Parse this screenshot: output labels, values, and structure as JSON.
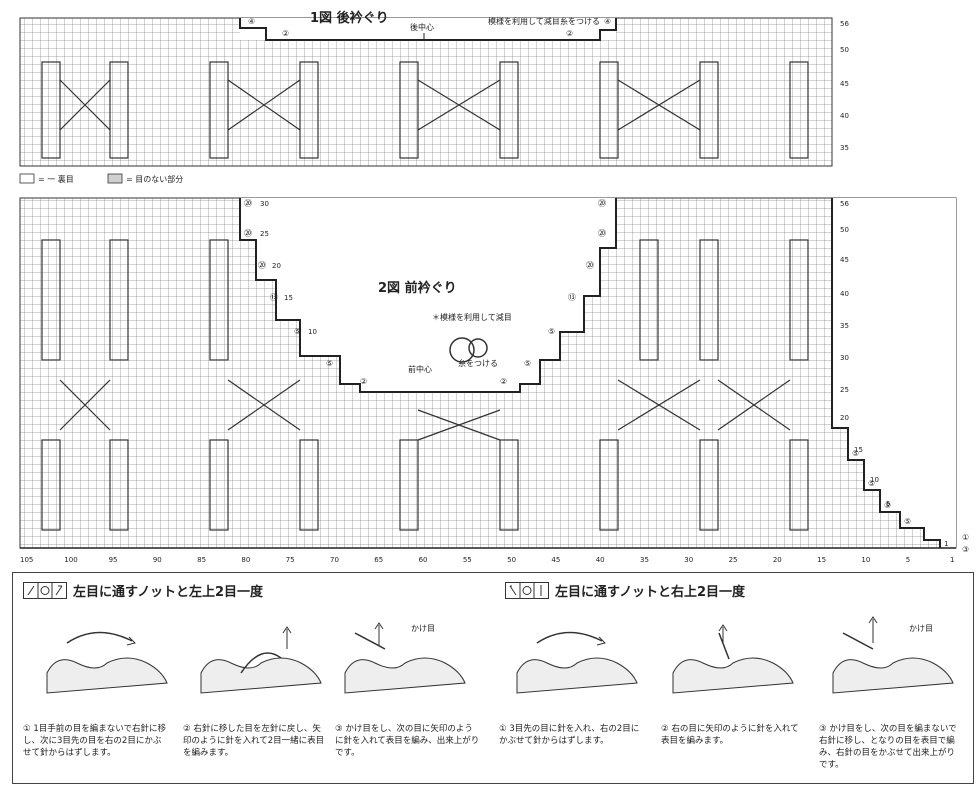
{
  "figure1": {
    "title": "1図 後衿ぐり",
    "center_label": "後中心",
    "decrease_note": "模様を利用して減目",
    "attach_note": "糸をつける",
    "step_labels": [
      "④",
      "②",
      "④",
      "②"
    ],
    "row_numbers": [
      "56",
      "50",
      "45",
      "40",
      "35"
    ]
  },
  "legend": {
    "blank_label": "= 一 裏目",
    "gray_label": "= 目のない部分"
  },
  "figure2": {
    "title": "2図 前衿ぐり",
    "center_label": "前中心",
    "decrease_note": "＊模様を利用して減目",
    "attach_note": "糸をつける",
    "left_step_labels": [
      "⑳",
      "⑳",
      "⑳",
      "⑬",
      "⑤",
      "⑤",
      "②"
    ],
    "right_step_labels": [
      "⑳",
      "⑳",
      "⑳",
      "⑬",
      "⑤",
      "⑤",
      "②"
    ],
    "row_numbers_left": [
      "30",
      "25",
      "20",
      "15",
      "10"
    ],
    "row_numbers_right": [
      "56",
      "50",
      "45",
      "40",
      "35",
      "30",
      "25",
      "20",
      "15",
      "10",
      "5",
      "1"
    ],
    "edge_steps": [
      "⑤",
      "⑤",
      "⑤",
      "⑤",
      "①",
      "③"
    ],
    "column_numbers": [
      "105",
      "100",
      "95",
      "90",
      "85",
      "80",
      "75",
      "70",
      "65",
      "60",
      "55",
      "50",
      "45",
      "40",
      "35",
      "30",
      "25",
      "20",
      "15",
      "10",
      "5",
      "1"
    ]
  },
  "instructions": {
    "left": {
      "title": "左目に通すノットと左上2目一度",
      "steps": [
        {
          "num": "①",
          "text": "1目手前の目を編まないで右針に移し、次に3目先の目を右の2目にかぶせて針からはずします。"
        },
        {
          "num": "②",
          "text": "右針に移した目を左針に戻し、矢印のように針を入れて2目一緒に表目を編みます。"
        },
        {
          "num": "③",
          "text": "かけ目をし、次の目に矢印のように針を入れて表目を編み、出来上がりです。"
        }
      ],
      "loop_label": "かけ目"
    },
    "right": {
      "title": "左目に通すノットと右上2目一度",
      "steps": [
        {
          "num": "①",
          "text": "3目先の目に針を入れ、右の2目にかぶせて針からはずします。"
        },
        {
          "num": "②",
          "text": "右の目に矢印のように針を入れて表目を編みます。"
        },
        {
          "num": "③",
          "text": "かけ目をし、次の目を編まないで右針に移し、となりの目を表目で編み、右針の目をかぶせて出来上がりです。"
        }
      ],
      "loop_label": "かけ目"
    }
  }
}
